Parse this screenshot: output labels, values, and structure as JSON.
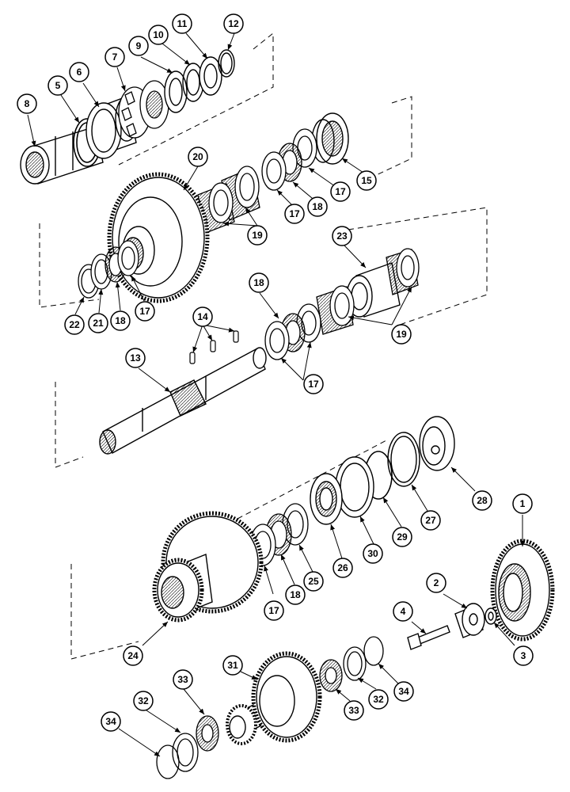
{
  "callouts": [
    {
      "id": "c1",
      "text": "1"
    },
    {
      "id": "c2",
      "text": "2"
    },
    {
      "id": "c3",
      "text": "3"
    },
    {
      "id": "c4",
      "text": "4"
    },
    {
      "id": "c5",
      "text": "5"
    },
    {
      "id": "c6",
      "text": "6"
    },
    {
      "id": "c7",
      "text": "7"
    },
    {
      "id": "c8",
      "text": "8"
    },
    {
      "id": "c9",
      "text": "9"
    },
    {
      "id": "c10",
      "text": "10"
    },
    {
      "id": "c11",
      "text": "11"
    },
    {
      "id": "c12",
      "text": "12"
    },
    {
      "id": "c13",
      "text": "13"
    },
    {
      "id": "c14",
      "text": "14"
    },
    {
      "id": "c15",
      "text": "15"
    },
    {
      "id": "c17a",
      "text": "17"
    },
    {
      "id": "c18a",
      "text": "18"
    },
    {
      "id": "c17b",
      "text": "17"
    },
    {
      "id": "c19a",
      "text": "19"
    },
    {
      "id": "c20",
      "text": "20"
    },
    {
      "id": "c22",
      "text": "22"
    },
    {
      "id": "c21",
      "text": "21"
    },
    {
      "id": "c18b",
      "text": "18"
    },
    {
      "id": "c17c",
      "text": "17"
    },
    {
      "id": "c18c",
      "text": "18"
    },
    {
      "id": "c23",
      "text": "23"
    },
    {
      "id": "c19b",
      "text": "19"
    },
    {
      "id": "c17d",
      "text": "17"
    },
    {
      "id": "c28",
      "text": "28"
    },
    {
      "id": "c27",
      "text": "27"
    },
    {
      "id": "c29",
      "text": "29"
    },
    {
      "id": "c30",
      "text": "30"
    },
    {
      "id": "c26",
      "text": "26"
    },
    {
      "id": "c25",
      "text": "25"
    },
    {
      "id": "c18d",
      "text": "18"
    },
    {
      "id": "c17e",
      "text": "17"
    },
    {
      "id": "c24",
      "text": "24"
    },
    {
      "id": "c31",
      "text": "31"
    },
    {
      "id": "c33a",
      "text": "33"
    },
    {
      "id": "c32a",
      "text": "32"
    },
    {
      "id": "c34a",
      "text": "34"
    },
    {
      "id": "c33b",
      "text": "33"
    },
    {
      "id": "c32b",
      "text": "32"
    },
    {
      "id": "c34b",
      "text": "34"
    }
  ]
}
